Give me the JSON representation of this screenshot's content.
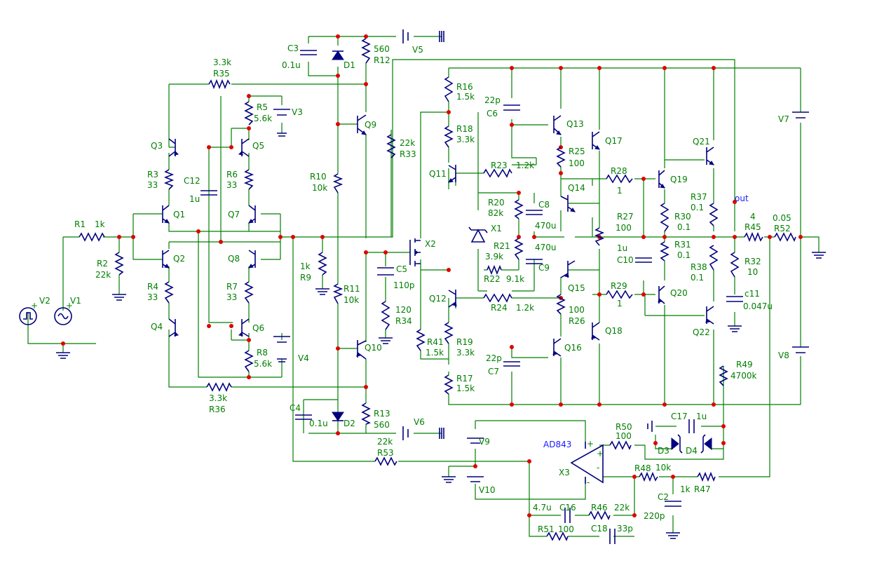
{
  "colors": {
    "wire": "#007f00",
    "component": "#00007f",
    "junction": "#e00000",
    "label": "#007f00",
    "net": "#1a1aff"
  },
  "labels": {
    "R1": "R1",
    "R1v": "1k",
    "R2": "R2",
    "R2v": "22k",
    "V1": "V1",
    "V2": "V2",
    "R35v": "3.3k",
    "R35": "R35",
    "R36v": "3.3k",
    "R36": "R36",
    "Q1": "Q1",
    "Q2": "Q2",
    "Q3": "Q3",
    "Q4": "Q4",
    "Q5": "Q5",
    "Q6": "Q6",
    "Q7": "Q7",
    "Q8": "Q8",
    "R3": "R3",
    "R3v": "33",
    "R4": "R4",
    "R4v": "33",
    "R6": "R6",
    "R6v": "33",
    "R7": "R7",
    "R7v": "33",
    "R5": "R5",
    "R5v": "5.6k",
    "R8": "R8",
    "R8v": "5.6k",
    "C12": "C12",
    "C12v": "1u",
    "V3": "V3",
    "V4": "V4",
    "C3": "C3",
    "C3v": "0.1u",
    "D1": "D1",
    "R12v": "560",
    "R12": "R12",
    "V5": "V5",
    "Q9": "Q9",
    "R10": "R10",
    "R10v": "10k",
    "R11": "R11",
    "R11v": "10k",
    "Q10": "Q10",
    "R9v": "1k",
    "R9": "R9",
    "C4": "C4",
    "C4v": "0.1u",
    "D2": "D2",
    "R13": "R13",
    "R13v": "560",
    "V6": "V6",
    "R33v": "22k",
    "R33": "R33",
    "X2": "X2",
    "C5": "C5",
    "C5v": "110p",
    "R34v": "120",
    "R34": "R34",
    "R16": "R16",
    "R16v": "1.5k",
    "R18": "R18",
    "R18v": "3.3k",
    "Q11": "Q11",
    "R20": "R20",
    "R20v": "82k",
    "X1": "X1",
    "R21": "R21",
    "R21v": "3.9k",
    "R22": "R22",
    "R22v": "9.1k",
    "Q12": "Q12",
    "R41": "R41",
    "R41v": "1.5k",
    "R19": "R19",
    "R19v": "3.3k",
    "R17": "R17",
    "R17v": "1.5k",
    "C6v": "22p",
    "C6": "C6",
    "C7v": "22p",
    "C7": "C7",
    "R23": "R23",
    "R23v": "1.2k",
    "R24": "R24",
    "R24v": "1.2k",
    "C8": "C8",
    "C8v": "470u",
    "C9v": "470u",
    "C9": "C9",
    "Q13": "Q13",
    "R25": "R25",
    "R25v": "100",
    "Q14": "Q14",
    "Q15": "Q15",
    "R26v": "100",
    "R26": "R26",
    "Q16": "Q16",
    "Q17": "Q17",
    "Q18": "Q18",
    "R27": "R27",
    "R27v": "100",
    "C10v": "1u",
    "C10": "C10",
    "R28": "R28",
    "R28v": "1",
    "R29": "R29",
    "R29v": "1",
    "Q19": "Q19",
    "Q20": "Q20",
    "Q21": "Q21",
    "Q22": "Q22",
    "R30": "R30",
    "R30v": "0.1",
    "R31": "R31",
    "R31v": "0.1",
    "R37": "R37",
    "R37v": "0.1",
    "R38": "R38",
    "R38v": "0.1",
    "out": "out",
    "R45v": "4",
    "R45": "R45",
    "R52v": "0.05",
    "R52": "R52",
    "R32": "R32",
    "R32v": "10",
    "C11": "c11",
    "C11v": "0.047u",
    "V7": "V7",
    "V8": "V8",
    "R49": "R49",
    "R49v": "4700k",
    "R53v": "22k",
    "R53": "R53",
    "V9": "V9",
    "V10": "V10",
    "AD843": "AD843",
    "X3": "X3",
    "R50": "R50",
    "R50v": "100",
    "C17": "C17",
    "C17v": "1u",
    "D3": "D3",
    "D4": "D4",
    "R48": "R48",
    "R48v": "10k",
    "R47v": "1k",
    "R47": "R47",
    "C2": "C2",
    "C2v": "220p",
    "C16v": "4.7u",
    "C16": "C16",
    "R46": "R46",
    "R46v": "22k",
    "R51": "R51",
    "R51v": "100",
    "C18": "C18",
    "C18v": "33p"
  }
}
